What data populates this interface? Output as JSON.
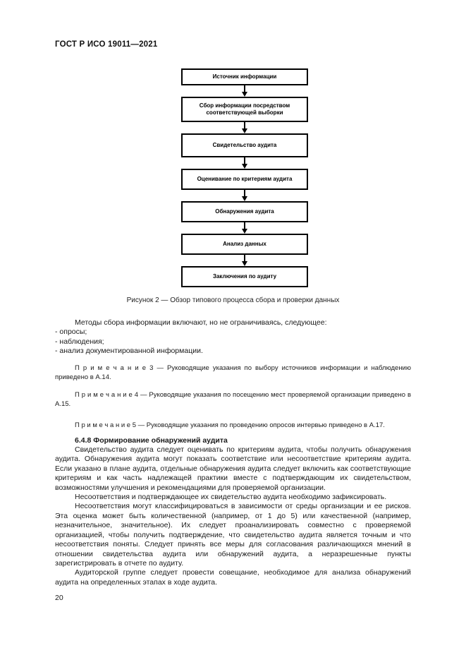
{
  "header": {
    "title": "ГОСТ Р ИСО 19011—2021"
  },
  "flowchart": {
    "boxes": [
      "Источник информации",
      "Сбор информации посредством соответствующей выборки",
      "Свидетельство аудита",
      "Оценивание по критериям аудита",
      "Обнаружения аудита",
      "Анализ данных",
      "Заключения по аудиту"
    ],
    "caption": "Рисунок 2 — Обзор типового процесса сбора и проверки данных"
  },
  "body": {
    "intro": "Методы сбора информации включают, но не ограничиваясь, следующее:",
    "list": [
      "- опросы;",
      "- наблюдения;",
      "- анализ документированной информации."
    ],
    "notes": [
      "П р и м е ч а н и е  3 — Руководящие указания по выбору источников информации и наблюдению приведено в А.14.",
      "П р и м е ч а н и е  4 — Руководящие указания по посещению мест проверяемой организации приведено в А.15.",
      "П р и м е ч а н и е  5 — Руководящие указания по проведению опросов интервью приведено в А.17."
    ],
    "section_heading": "6.4.8 Формирование обнаружений аудита",
    "paragraphs": [
      "Свидетельство аудита следует оценивать по критериям аудита, чтобы получить обнаружения аудита. Обнаружения аудита могут показать соответствие или несоответствие критериям аудита. Если указано в плане аудита, отдельные обнаружения аудита следует включить как соответствующие критериям и как часть надлежащей практики вместе с подтверждающим их свидетельством, возможностями улучшения и рекомендациями для проверяемой организации.",
      "Несоответствия и подтверждающее их свидетельство аудита необходимо зафиксировать.",
      "Несоответствия могут классифицироваться в зависимости от среды организации и ее рисков. Эта оценка может быть количественной (например, от 1 до 5) или качественной (например, незначительное, значительное). Их следует проанализировать совместно с проверяемой организацией, чтобы получить подтверждение, что свидетельство аудита является точным и что несоответствия поняты. Следует принять все меры для согласования различающихся мнений в отношении свидетельства аудита или обнаружений аудита, а неразрешенные пункты зарегистрировать в отчете по аудиту.",
      "Аудиторской группе следует провести совещание, необходимое для анализа обнаружений аудита на определенных этапах в ходе аудита."
    ]
  },
  "footer": {
    "page_number": "20"
  },
  "colors": {
    "page_background": "#ffffff",
    "text": "#1a1a1a",
    "box_border": "#000000"
  }
}
